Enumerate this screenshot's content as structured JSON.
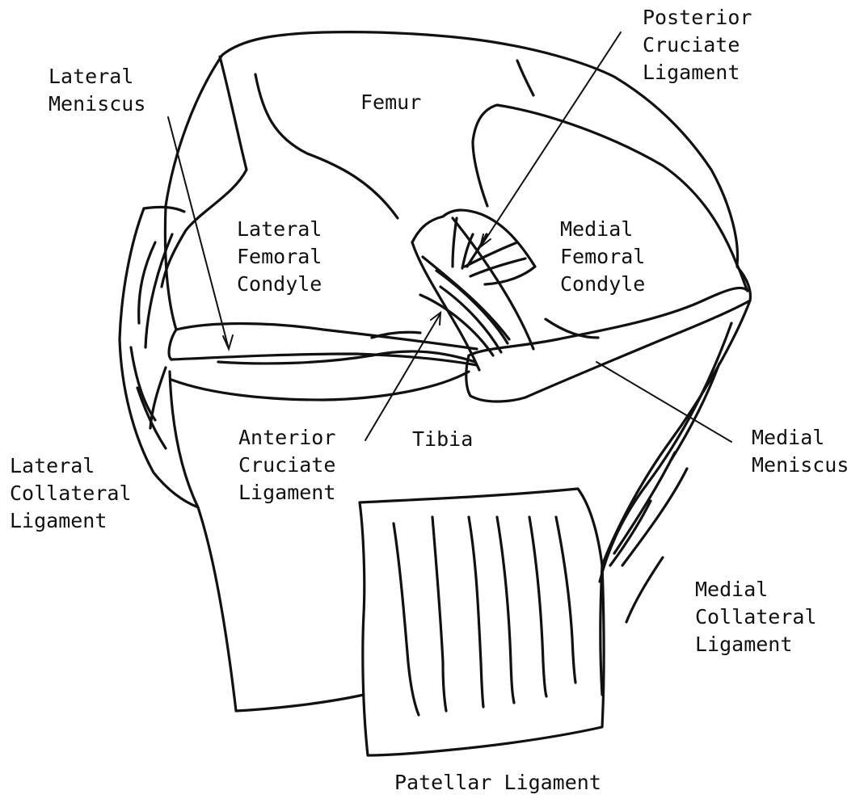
{
  "labels": {
    "lateral_meniscus": [
      "Lateral",
      "Meniscus"
    ],
    "femur": "Femur",
    "posterior_cruciate": [
      "Posterior",
      "Cruciate",
      "Ligament"
    ],
    "lateral_femoral_condyle": [
      "Lateral",
      "Femoral",
      "Condyle"
    ],
    "medial_femoral_condyle": [
      "Medial",
      "Femoral",
      "Condyle"
    ],
    "anterior_cruciate": [
      "Anterior",
      "Cruciate",
      "Ligament"
    ],
    "tibia": "Tibia",
    "medial_meniscus": [
      "Medial",
      "Meniscus"
    ],
    "lateral_collateral": [
      "Lateral",
      "Collateral",
      "Ligament"
    ],
    "medial_collateral": [
      "Medial",
      "Collateral",
      "Ligament"
    ],
    "patellar_ligament": "Patellar Ligament"
  }
}
